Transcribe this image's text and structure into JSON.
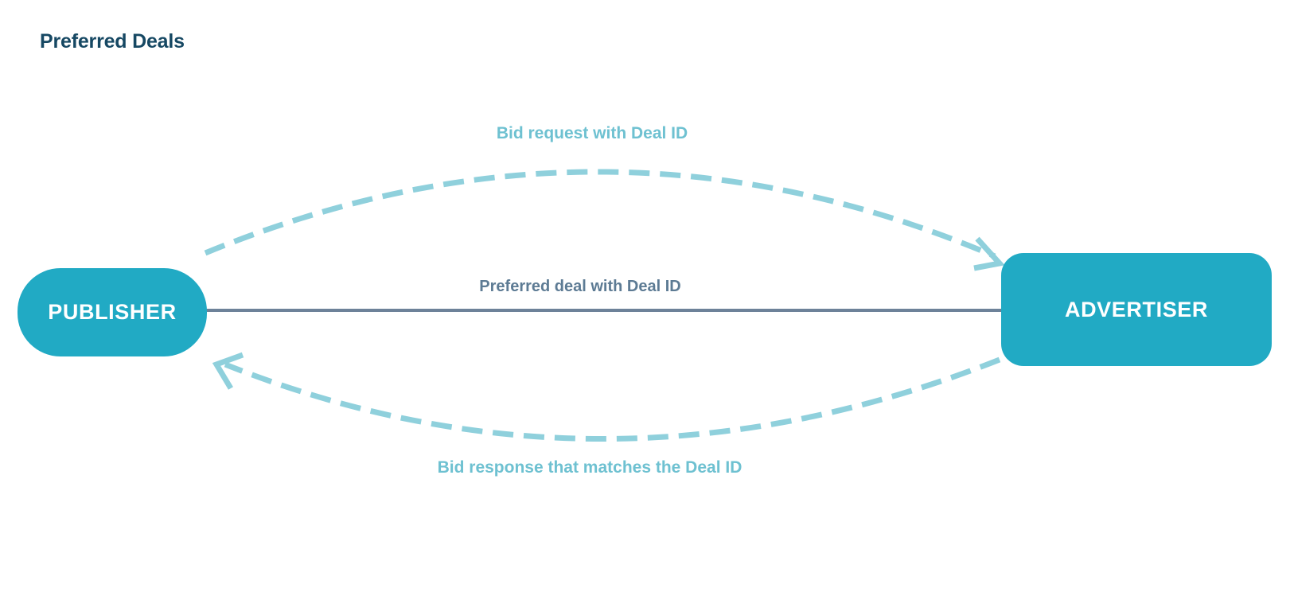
{
  "title": "Preferred Deals",
  "nodes": {
    "publisher": {
      "label": "PUBLISHER"
    },
    "advertiser": {
      "label": "ADVERTISER"
    }
  },
  "edges": {
    "bid_request": {
      "label": "Bid request with Deal ID",
      "from": "PUBLISHER",
      "to": "ADVERTISER",
      "style": "dashed",
      "direction": "publisher-to-advertiser"
    },
    "preferred_deal": {
      "label": "Preferred deal with Deal ID",
      "from": "PUBLISHER",
      "to": "ADVERTISER",
      "style": "solid",
      "direction": "none"
    },
    "bid_response": {
      "label": "Bid response that matches the Deal ID",
      "from": "ADVERTISER",
      "to": "PUBLISHER",
      "style": "dashed",
      "direction": "advertiser-to-publisher"
    }
  },
  "colors": {
    "title": "#164863",
    "node_fill": "#21aac4",
    "node_text": "#ffffff",
    "dashed_edge": "#8fd0dc",
    "dashed_label": "#6ec1d1",
    "solid_edge": "#6d8299",
    "solid_label": "#5d7b94",
    "background": "#ffffff"
  }
}
